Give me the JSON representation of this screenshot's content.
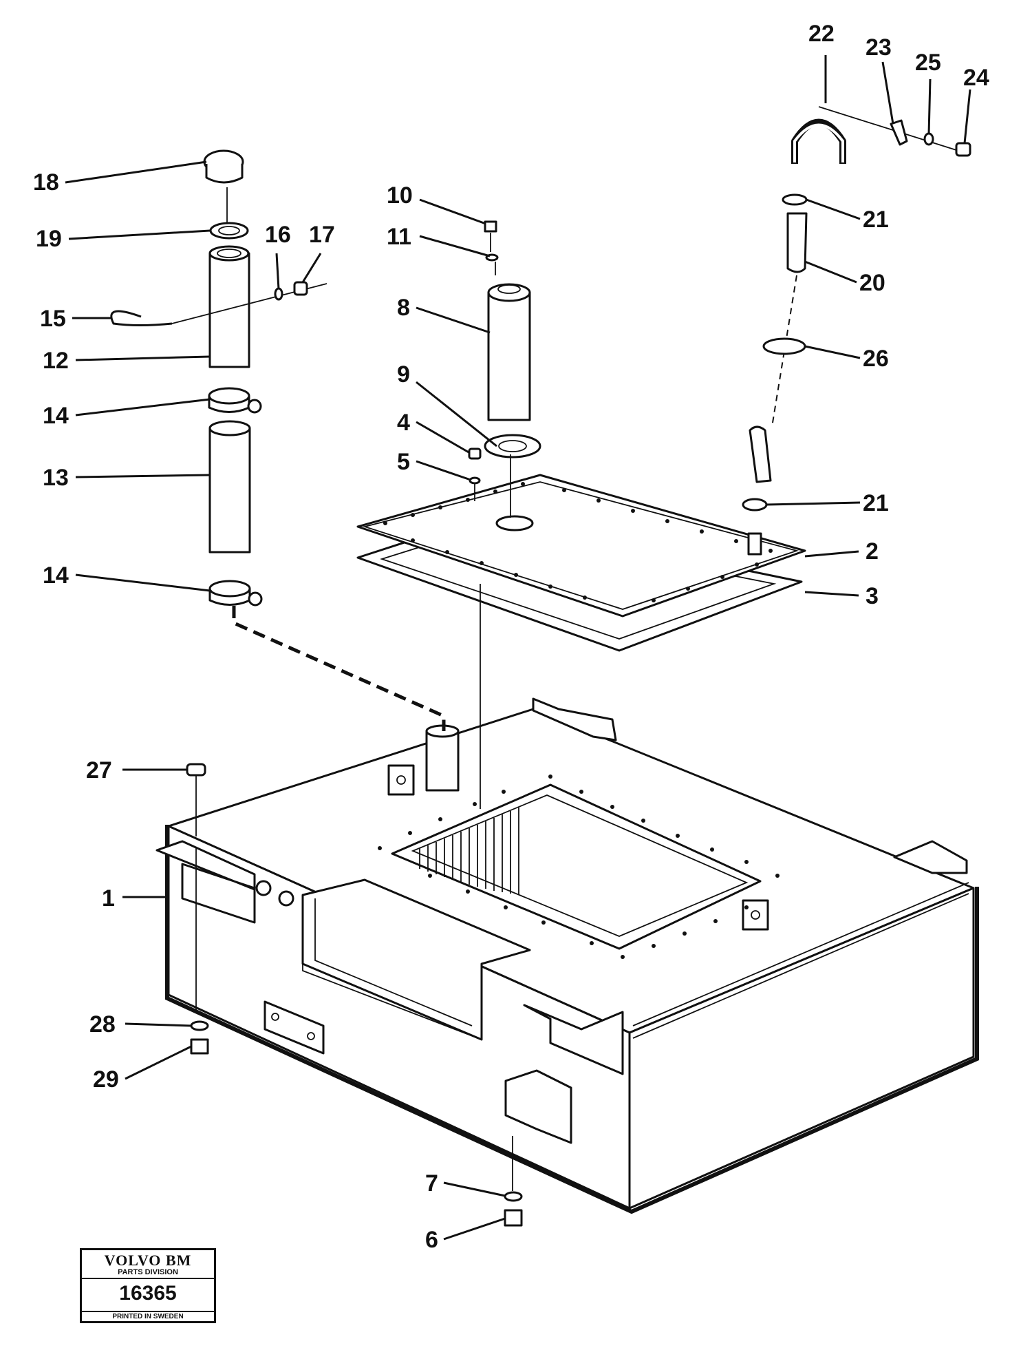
{
  "callouts": {
    "c1": "1",
    "c2": "2",
    "c3": "3",
    "c4": "4",
    "c5": "5",
    "c6": "6",
    "c7": "7",
    "c8": "8",
    "c9": "9",
    "c10": "10",
    "c11": "11",
    "c12": "12",
    "c13": "13",
    "c14a": "14",
    "c14b": "14",
    "c15": "15",
    "c16": "16",
    "c17": "17",
    "c18": "18",
    "c19": "19",
    "c20": "20",
    "c21a": "21",
    "c21b": "21",
    "c22": "22",
    "c23": "23",
    "c24": "24",
    "c25": "25",
    "c26": "26",
    "c27": "27",
    "c28": "28",
    "c29": "29"
  },
  "title_block": {
    "brand": "VOLVO BM",
    "division": "PARTS DIVISION",
    "number": "16365",
    "footer": "PRINTED IN SWEDEN"
  }
}
